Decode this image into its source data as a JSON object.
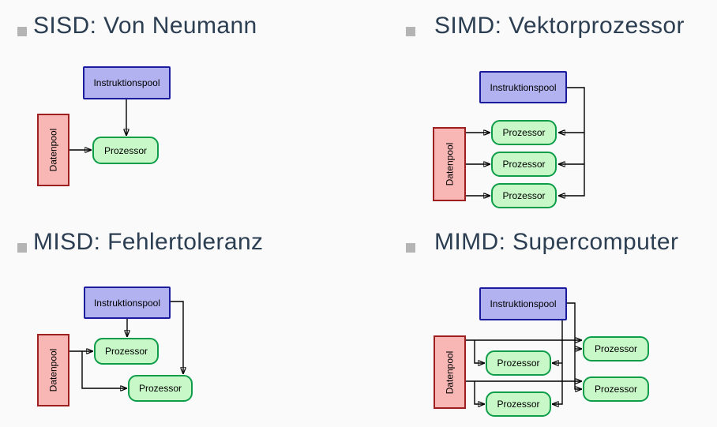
{
  "slide": {
    "background": "#fafafa"
  },
  "colors": {
    "page_bg": "#fafafa",
    "title": "#2c3e52",
    "bullet": "#b4b4b4",
    "instruction_fill": "#b2b2f0",
    "instruction_border": "#1b1b9e",
    "data_fill": "#f8b7b5",
    "data_border": "#9e1f1f",
    "processor_fill": "#c8f7c8",
    "processor_border": "#0f9d49",
    "arrow": "#000000",
    "box_text": "#000000"
  },
  "panels": [
    {
      "name": "SISD",
      "title": "SISD: Von Neumann",
      "instruction_pool": "Instruktionspool",
      "data_pool": "Datenpool",
      "processors": [
        "Prozessor"
      ]
    },
    {
      "name": "SIMD",
      "title": "SIMD: Vektorprozessor",
      "instruction_pool": "Instruktionspool",
      "data_pool": "Datenpool",
      "processors": [
        "Prozessor",
        "Prozessor",
        "Prozessor"
      ]
    },
    {
      "name": "MISD",
      "title": "MISD: Fehlertoleranz",
      "instruction_pool": "Instruktionspool",
      "data_pool": "Datenpool",
      "processors": [
        "Prozessor",
        "Prozessor"
      ]
    },
    {
      "name": "MIMD",
      "title": "MIMD: Supercomputer",
      "instruction_pool": "Instruktionspool",
      "data_pool": "Datenpool",
      "processors": [
        "Prozessor",
        "Prozessor",
        "Prozessor",
        "Prozessor"
      ]
    }
  ]
}
